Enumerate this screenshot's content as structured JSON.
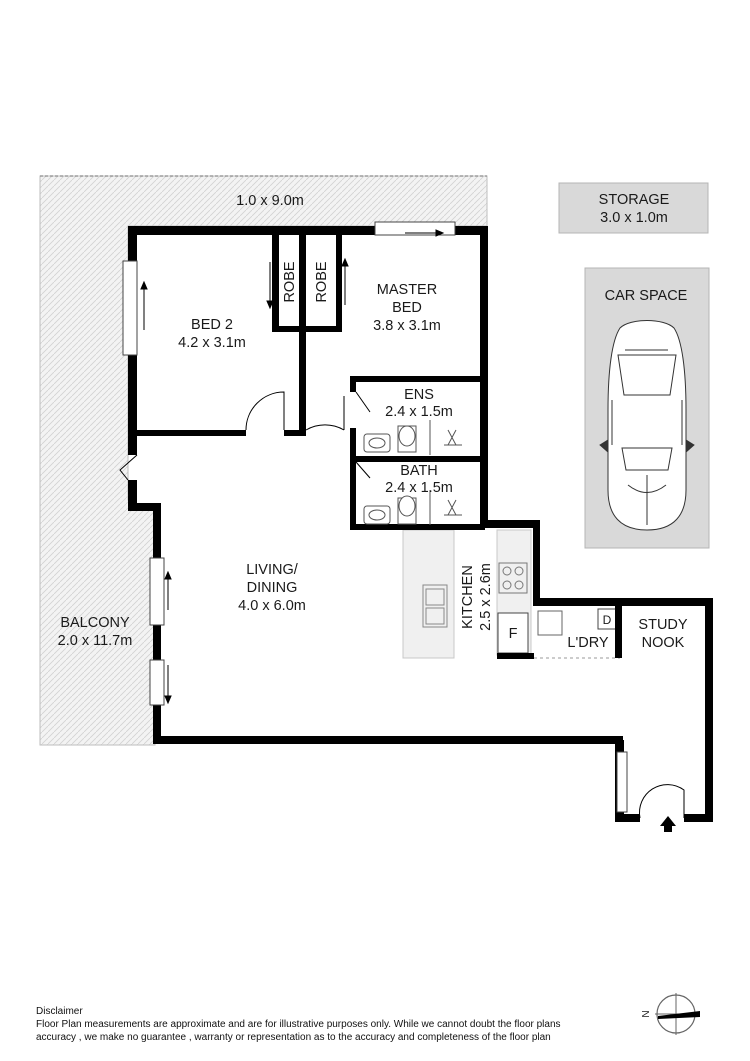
{
  "rooms": {
    "balcony_top_dims": "1.0 x 9.0m",
    "storage": {
      "name": "STORAGE",
      "dims": "3.0 x 1.0m"
    },
    "car_space": {
      "name": "CAR SPACE"
    },
    "master_bed": {
      "name_line1": "MASTER",
      "name_line2": "BED",
      "dims": "3.8 x 3.1m"
    },
    "bed2": {
      "name": "BED 2",
      "dims": "4.2 x 3.1m"
    },
    "robe_a": "ROBE",
    "robe_b": "ROBE",
    "ens": {
      "name": "ENS",
      "dims": "2.4 x 1.5m"
    },
    "bath": {
      "name": "BATH",
      "dims": "2.4 x 1.5m"
    },
    "living": {
      "name_line1": "LIVING/",
      "name_line2": "DINING",
      "dims": "4.0 x 6.0m"
    },
    "kitchen": {
      "name": "KITCHEN",
      "dims": "2.5 x 2.6m"
    },
    "fridge": "F",
    "dryer": "D",
    "laundry": "L'DRY",
    "study": {
      "name_line1": "STUDY",
      "name_line2": "NOOK"
    },
    "balcony": {
      "name": "BALCONY",
      "dims": "2.0 x 11.7m"
    }
  },
  "compass": {
    "north_label": "N"
  },
  "disclaimer": {
    "title": "Disclaimer",
    "line1": "Floor Plan measurements are approximate and are for illustrative purposes only. While we cannot doubt the floor plans",
    "line2": "accuracy , we make no guarantee , warranty or representation as to the accuracy and completeness of the floor plan"
  }
}
